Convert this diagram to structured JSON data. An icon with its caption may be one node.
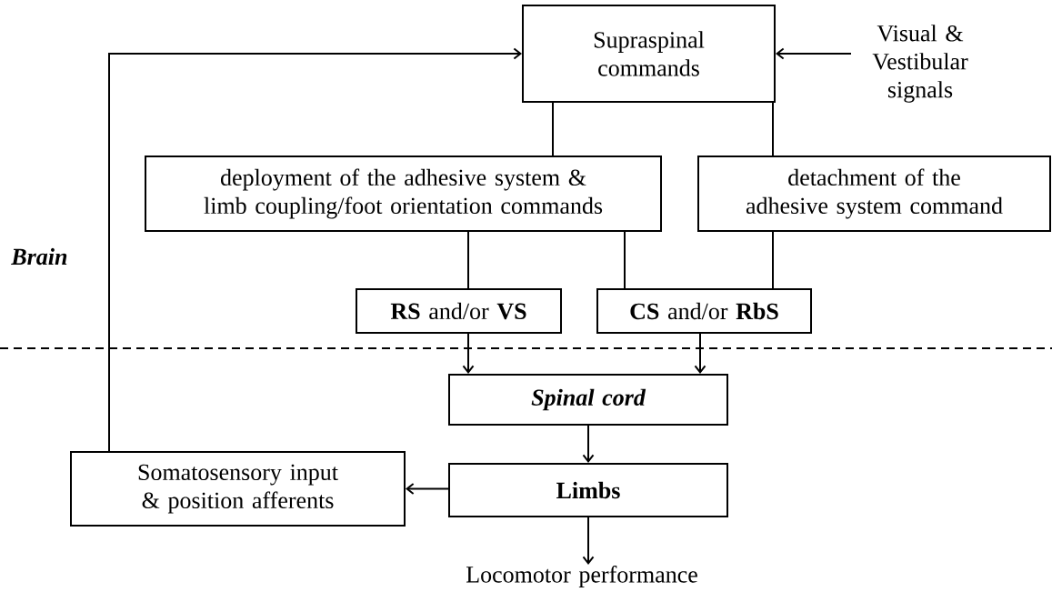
{
  "diagram": {
    "nodes": [
      {
        "text": [
          "Supraspinal commands"
        ]
      },
      {
        "text": [
          "Visual & Vestibular signals"
        ]
      },
      {
        "text": [
          "deployment of the adhesive system & limb coupling/foot orientation commands"
        ]
      },
      {
        "text": [
          "detachment of the adhesive system command"
        ]
      },
      {
        "text": [
          "**RS** and/or **VS**"
        ]
      },
      {
        "text": [
          "**CS** and/or **RbS**"
        ]
      },
      {
        "text": [
          "Spinal cord"
        ]
      },
      {
        "text": [
          "Limbs"
        ]
      },
      {
        "text": [
          "Somatosensory input & position afferents"
        ]
      },
      {
        "text": [
          "Locomotor performance"
        ]
      }
    ],
    "edges": [
      {
        "from": 1,
        "to": 0,
        "arrow": "to"
      },
      {
        "from": 0,
        "to": 2,
        "arrow": "none"
      },
      {
        "from": 0,
        "to": 3,
        "arrow": "none"
      },
      {
        "from": 2,
        "to": 4,
        "arrow": "none"
      },
      {
        "from": 2,
        "to": 5,
        "arrow": "none"
      },
      {
        "from": 3,
        "to": 5,
        "arrow": "none"
      },
      {
        "from": 4,
        "to": 6,
        "arrow": "to"
      },
      {
        "from": 5,
        "to": 6,
        "arrow": "to"
      },
      {
        "from": 6,
        "to": 7,
        "arrow": "to"
      },
      {
        "from": 7,
        "to": 8,
        "arrow": "to"
      },
      {
        "from": 8,
        "to": 0,
        "arrow": "to"
      },
      {
        "from": 7,
        "to": 9,
        "arrow": "to"
      }
    ],
    "labels": [
      "Brain"
    ]
  }
}
